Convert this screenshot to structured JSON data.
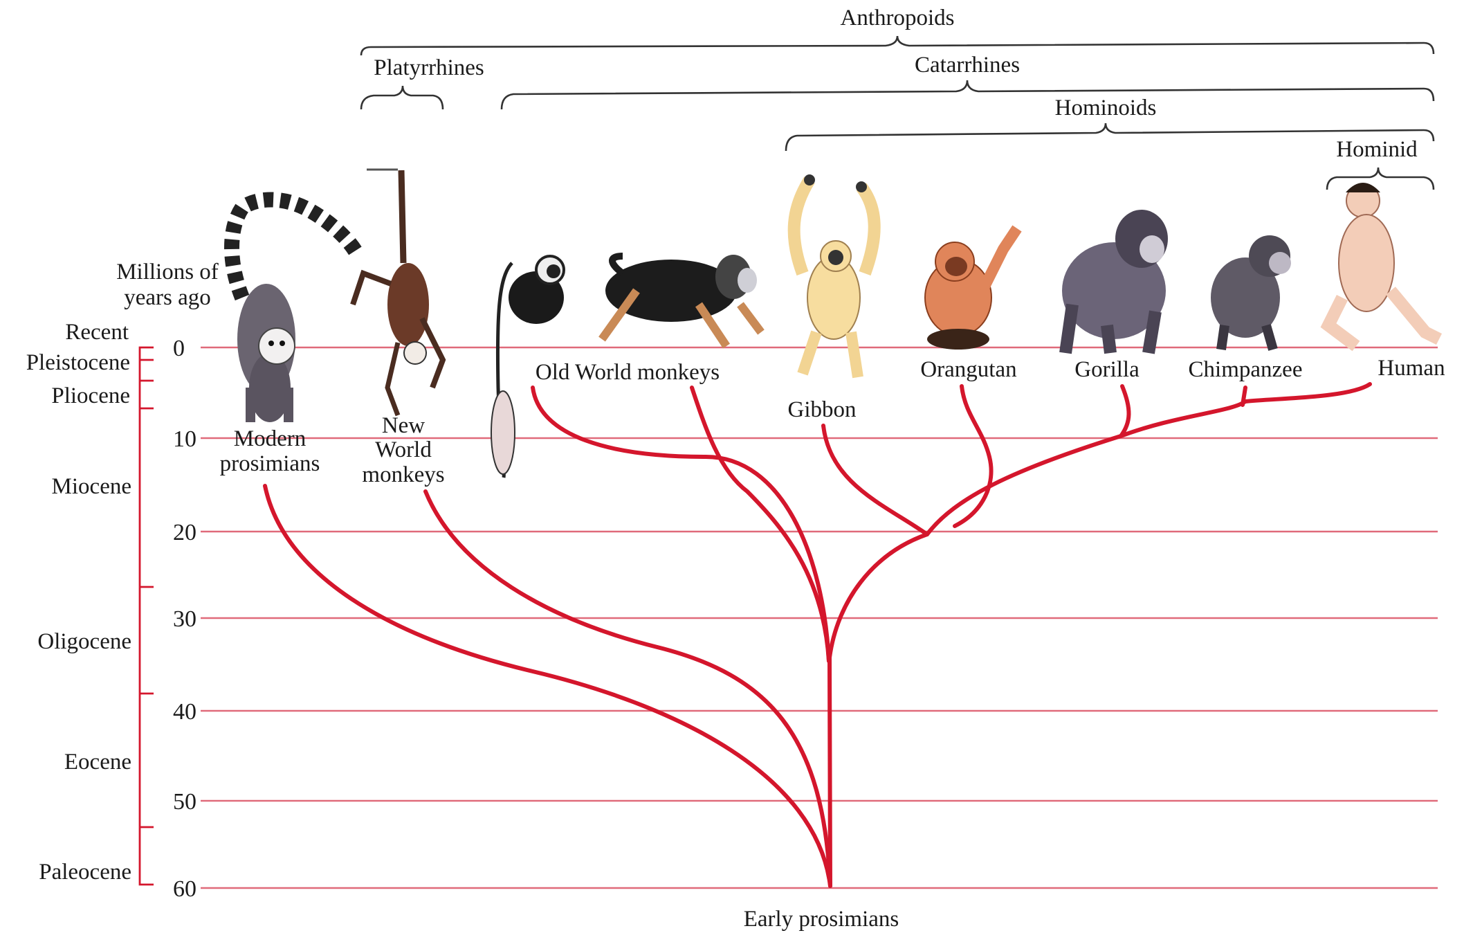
{
  "colors": {
    "branch": "#d4162c",
    "gridline": "#e06a7a",
    "bracket": "#333333",
    "text": "#1a1a1a"
  },
  "axis": {
    "title_line1": "Millions of",
    "title_line2": "years ago",
    "ticks": [
      "0",
      "10",
      "20",
      "30",
      "40",
      "50",
      "60"
    ]
  },
  "epochs": [
    "Recent",
    "Pleistocene",
    "Pliocene",
    "Miocene",
    "Oligocene",
    "Eocene",
    "Paleocene"
  ],
  "groups": {
    "anthropoids": "Anthropoids",
    "platyrrhines": "Platyrrhines",
    "catarrhines": "Catarrhines",
    "hominoids": "Hominoids",
    "hominid": "Hominid"
  },
  "taxa": {
    "modern_prosimians_line1": "Modern",
    "modern_prosimians_line2": "prosimians",
    "new_world_line1": "New",
    "new_world_line2": "World",
    "new_world_line3": "monkeys",
    "old_world": "Old World monkeys",
    "gibbon": "Gibbon",
    "orangutan": "Orangutan",
    "gorilla": "Gorilla",
    "chimpanzee": "Chimpanzee",
    "human": "Human",
    "root": "Early prosimians"
  },
  "illustrations": [
    "lemur",
    "spider-monkey",
    "colobus-monkey",
    "baboon",
    "gibbon",
    "orangutan",
    "gorilla",
    "chimpanzee",
    "human"
  ]
}
